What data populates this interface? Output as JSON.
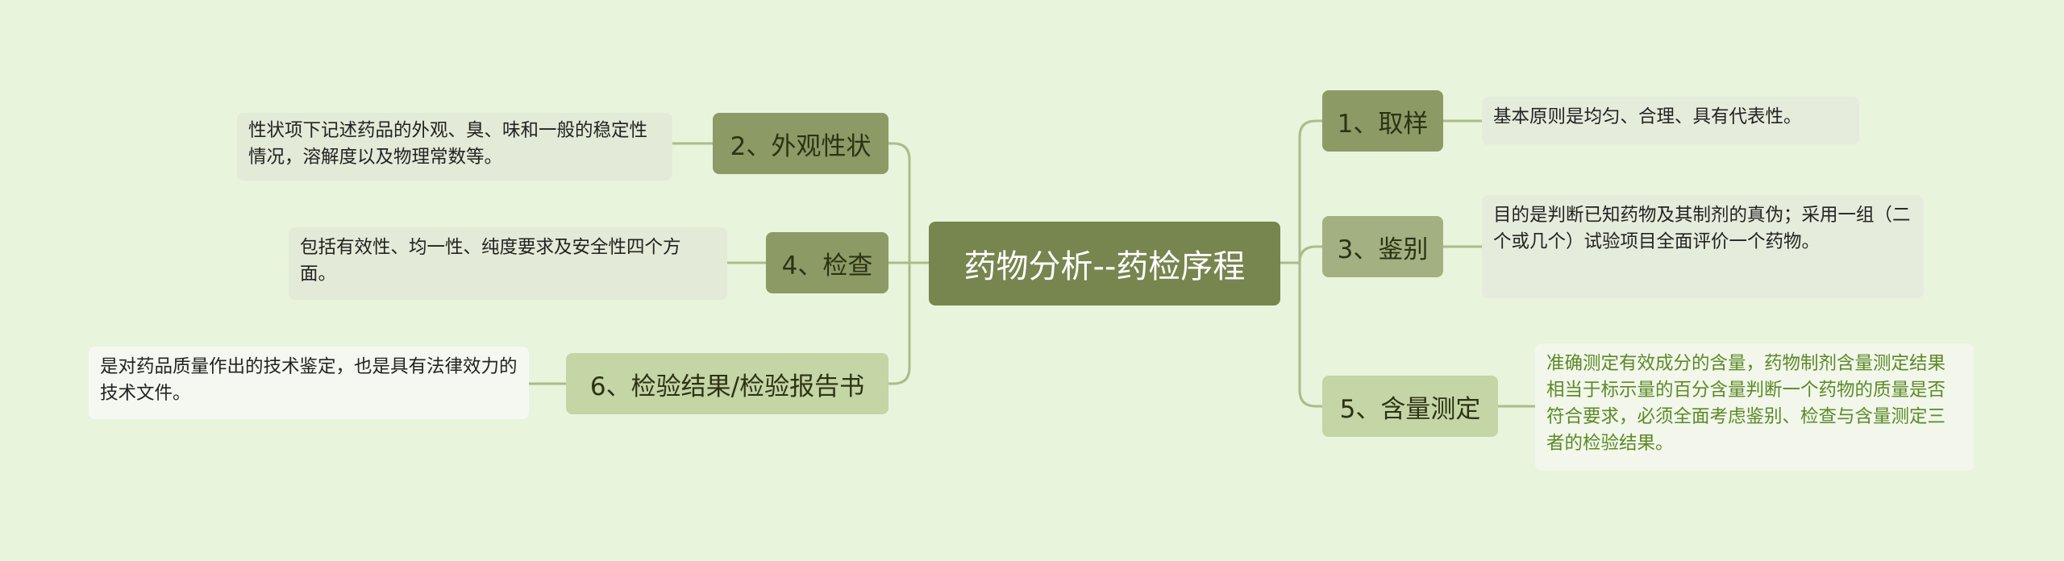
{
  "colors": {
    "background": "#e8f4dc",
    "root": "#77854f",
    "link": "#a9bd8a",
    "green_text": "#5b8a26"
  },
  "mindmap": {
    "root": "药物分析--药检序程",
    "right": [
      {
        "topic": "1、取样",
        "detail": "基本原则是均匀、合理、具有代表性。"
      },
      {
        "topic": "3、鉴别",
        "detail": "目的是判断已知药物及其制剂的真伪；采用一组（二个或几个）试验项目全面评价一个药物。"
      },
      {
        "topic": "5、含量测定",
        "detail": "准确测定有效成分的含量，药物制剂含量测定结果相当于标示量的百分含量判断一个药物的质量是否符合要求，必须全面考虑鉴别、检查与含量测定三者的检验结果。"
      }
    ],
    "left": [
      {
        "topic": "2、外观性状",
        "detail": "性状项下记述药品的外观、臭、味和一般的稳定性情况，溶解度以及物理常数等。"
      },
      {
        "topic": "4、检查",
        "detail": "包括有效性、均一性、纯度要求及安全性四个方面。"
      },
      {
        "topic": "6、检验结果/检验报告书",
        "detail": "是对药品质量作出的技术鉴定，也是具有法律效力的技术文件。"
      }
    ]
  }
}
